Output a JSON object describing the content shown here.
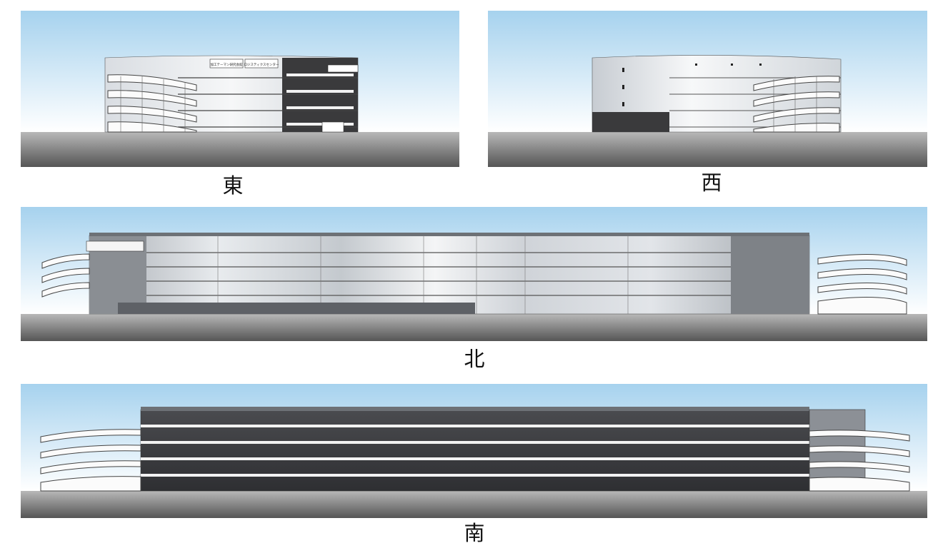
{
  "elevations": {
    "east": {
      "label": "東",
      "sign_left": "加工テーマン研究会館",
      "sign_right": "ロジスティクスセンター"
    },
    "west": {
      "label": "西"
    },
    "north": {
      "label": "北"
    },
    "south": {
      "label": "南"
    }
  },
  "colors": {
    "sky_top": "#a9d4ee",
    "sky_bottom": "#ffffff",
    "ground_top": "#bcbcbc",
    "ground_bottom": "#5a5a5a",
    "facade_light": "#e4e8ec",
    "facade_dark": "#3c3c3e"
  }
}
